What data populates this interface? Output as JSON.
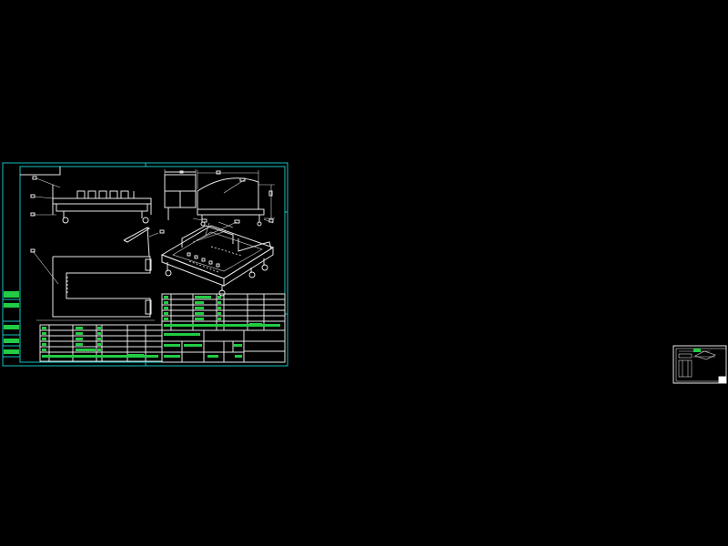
{
  "drawing": {
    "type": "cad-viewer",
    "background": "#000000",
    "colors": {
      "frame": "#19c0c0",
      "geometry": "#e8e8e8",
      "table_text": "#22cc44",
      "leader": "#e8e020"
    },
    "sheets": [
      "main-sheet",
      "thumbnail-sheet"
    ]
  }
}
